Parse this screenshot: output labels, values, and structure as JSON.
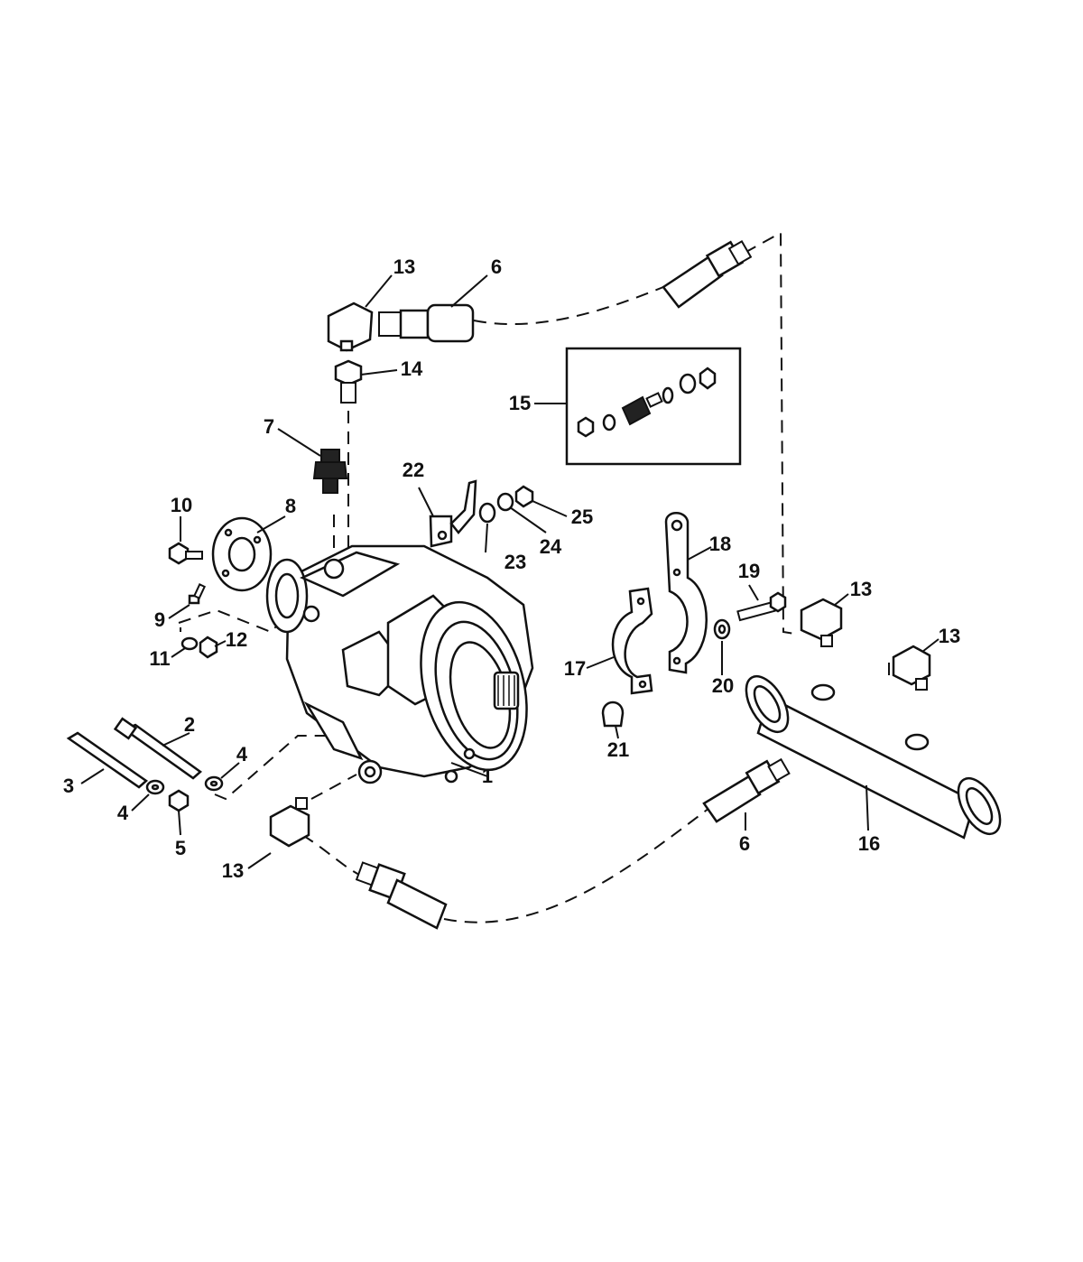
{
  "callouts": {
    "c1": "1",
    "c2": "2",
    "c3": "3",
    "c4a": "4",
    "c4b": "4",
    "c5": "5",
    "c6a": "6",
    "c6b": "6",
    "c7": "7",
    "c8": "8",
    "c9": "9",
    "c10": "10",
    "c11": "11",
    "c12": "12",
    "c13a": "13",
    "c13b": "13",
    "c13c": "13",
    "c13d": "13",
    "c14": "14",
    "c15": "15",
    "c16": "16",
    "c17": "17",
    "c18": "18",
    "c19": "19",
    "c20": "20",
    "c21": "21",
    "c22": "22",
    "c23": "23",
    "c24": "24",
    "c25": "25"
  }
}
